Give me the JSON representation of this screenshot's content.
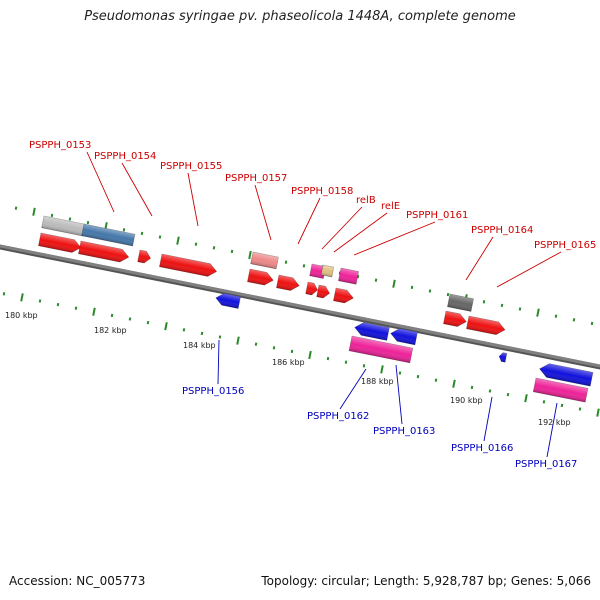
{
  "title": "Pseudomonas syringae pv. phaseolicola 1448A, complete genome",
  "footer": {
    "accession": "Accession: NC_005773",
    "summary": "Topology: circular; Length: 5,928,787 bp; Genes: 5,066"
  },
  "ticks": [
    {
      "label": "180 kbp"
    },
    {
      "label": "182 kbp"
    },
    {
      "label": "184 kbp"
    },
    {
      "label": "186 kbp"
    },
    {
      "label": "188 kbp"
    },
    {
      "label": "190 kbp"
    },
    {
      "label": "192 kbp"
    }
  ],
  "gene_labels": [
    {
      "text": "PSPPH_0153",
      "strand": "forward"
    },
    {
      "text": "PSPPH_0154",
      "strand": "forward"
    },
    {
      "text": "PSPPH_0155",
      "strand": "forward"
    },
    {
      "text": "PSPPH_0157",
      "strand": "forward"
    },
    {
      "text": "PSPPH_0158",
      "strand": "forward"
    },
    {
      "text": "relB",
      "strand": "forward"
    },
    {
      "text": "relE",
      "strand": "forward"
    },
    {
      "text": "PSPPH_0161",
      "strand": "forward"
    },
    {
      "text": "PSPPH_0164",
      "strand": "forward"
    },
    {
      "text": "PSPPH_0165",
      "strand": "forward"
    },
    {
      "text": "PSPPH_0156",
      "strand": "reverse"
    },
    {
      "text": "PSPPH_0162",
      "strand": "reverse"
    },
    {
      "text": "PSPPH_0163",
      "strand": "reverse"
    },
    {
      "text": "PSPPH_0166",
      "strand": "reverse"
    },
    {
      "text": "PSPPH_0167",
      "strand": "reverse"
    }
  ],
  "colors": {
    "forward_label": "#cc0000",
    "reverse_label": "#0000bb",
    "backbone": "#808080",
    "tick": "#2a8a2a",
    "cds_forward": "#ee1111",
    "cds_reverse": "#1111dd",
    "rna_pink": "#ee2299",
    "pseudo_pink": "#ee8888",
    "steel_blue": "#4477aa",
    "light_grey": "#bbbbbb",
    "dark_grey": "#666666",
    "tan": "#e0c080"
  }
}
